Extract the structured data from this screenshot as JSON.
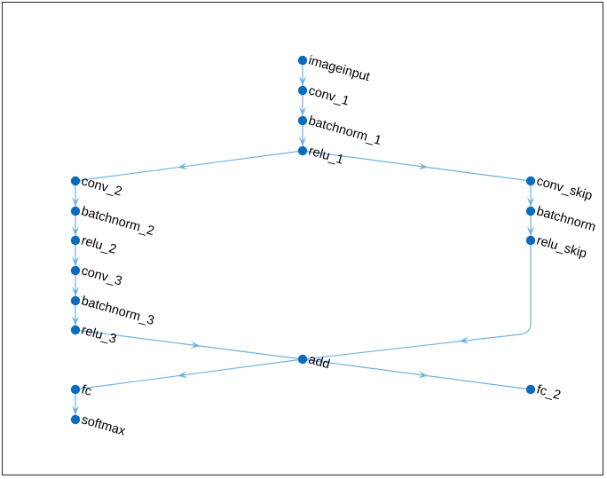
{
  "graph": {
    "nodes": [
      {
        "id": "imageinput",
        "label": "imageinput"
      },
      {
        "id": "conv_1",
        "label": "conv_1"
      },
      {
        "id": "batchnorm_1",
        "label": "batchnorm_1"
      },
      {
        "id": "relu_1",
        "label": "relu_1"
      },
      {
        "id": "conv_2",
        "label": "conv_2"
      },
      {
        "id": "batchnorm_2",
        "label": "batchnorm_2"
      },
      {
        "id": "relu_2",
        "label": "relu_2"
      },
      {
        "id": "conv_3",
        "label": "conv_3"
      },
      {
        "id": "batchnorm_3",
        "label": "batchnorm_3"
      },
      {
        "id": "relu_3",
        "label": "relu_3"
      },
      {
        "id": "conv_skip",
        "label": "conv_skip"
      },
      {
        "id": "batchnorm_skip",
        "label": "batchnorm"
      },
      {
        "id": "relu_skip",
        "label": "relu_skip"
      },
      {
        "id": "add",
        "label": "add"
      },
      {
        "id": "fc",
        "label": "fc"
      },
      {
        "id": "softmax",
        "label": "softmax"
      },
      {
        "id": "fc_2",
        "label": "fc_2"
      }
    ],
    "edges": [
      [
        "imageinput",
        "conv_1"
      ],
      [
        "conv_1",
        "batchnorm_1"
      ],
      [
        "batchnorm_1",
        "relu_1"
      ],
      [
        "relu_1",
        "conv_2"
      ],
      [
        "relu_1",
        "conv_skip"
      ],
      [
        "conv_2",
        "batchnorm_2"
      ],
      [
        "batchnorm_2",
        "relu_2"
      ],
      [
        "relu_2",
        "conv_3"
      ],
      [
        "conv_3",
        "batchnorm_3"
      ],
      [
        "batchnorm_3",
        "relu_3"
      ],
      [
        "conv_skip",
        "batchnorm_skip"
      ],
      [
        "batchnorm_skip",
        "relu_skip"
      ],
      [
        "relu_3",
        "add"
      ],
      [
        "relu_skip",
        "add"
      ],
      [
        "add",
        "fc"
      ],
      [
        "add",
        "fc_2"
      ],
      [
        "fc",
        "softmax"
      ]
    ],
    "colors": {
      "node": "#0a6cbf",
      "edge": "#6fb1e0",
      "label": "#000000"
    }
  }
}
